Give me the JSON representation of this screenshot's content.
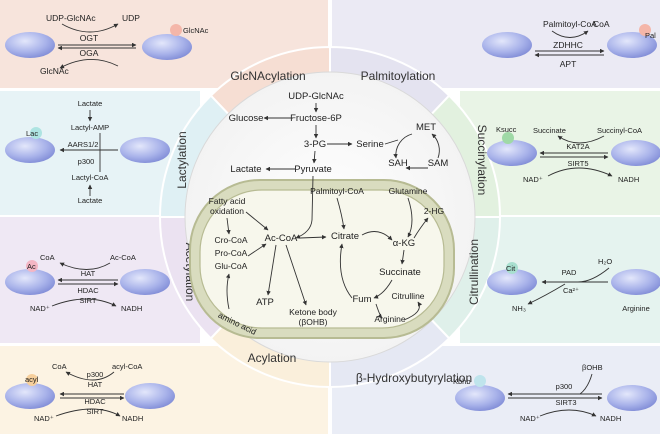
{
  "panels": {
    "glcnac": {
      "donor": "UDP-GlcNAc",
      "product": "UDP",
      "writer": "OGT",
      "eraser": "OGA",
      "released": "GlcNAc",
      "tag": "GlcNAc",
      "fill": "#f7e4dc"
    },
    "palm": {
      "donor": "Palmitoyl-CoA",
      "product": "CoA",
      "writer": "ZDHHC",
      "eraser": "APT",
      "tag": "Pal",
      "fill": "#ebeaf4"
    },
    "lact": {
      "s1": "Lactate",
      "s2": "Lactyl-AMP",
      "s3": "AARS1/2",
      "s4": "p300",
      "s5": "Lactyl-CoA",
      "s6": "Lactate",
      "tag": "Lac",
      "fill": "#e7f3f6"
    },
    "succ": {
      "donor": "Succinate",
      "donor2": "Succinyl-CoA",
      "writer": "KAT2A",
      "eraser": "SIRT5",
      "cof1": "NAD⁺",
      "cof2": "NADH",
      "tag": "Ksucc",
      "fill": "#e9f4e6"
    },
    "acet": {
      "product": "CoA",
      "donor": "Ac-CoA",
      "writer": "HAT",
      "eraser": "HDAC",
      "eraser2": "SIRT",
      "cof1": "NAD⁺",
      "cof2": "NADH",
      "tag": "Ac",
      "fill": "#efe8f4"
    },
    "citr": {
      "water": "H₂O",
      "writer": "PAD",
      "ca": "Ca²⁺",
      "nh3": "NH₃",
      "arg": "Arginine",
      "tag": "Cit",
      "fill": "#e5f3ef"
    },
    "acyl": {
      "product": "CoA",
      "donor": "acyl-CoA",
      "w1": "p300",
      "w2": "HAT",
      "e1": "HDAC",
      "e2": "SIRT",
      "cof1": "NAD⁺",
      "cof2": "NADH",
      "tag": "acyl",
      "fill": "#fcf3e3"
    },
    "kbhb": {
      "donor": "βOHB",
      "writer": "p300",
      "eraser": "SIRT3",
      "cof1": "NAD⁺",
      "cof2": "NADH",
      "tag": "Kbhb",
      "fill": "#eaedf6"
    }
  },
  "ring": {
    "top_left": "GlcNAcylation",
    "top_right": "Palmitoylation",
    "left_upper": "Lactylation",
    "left_lower": "Acetylation",
    "right_upper": "Succinylation",
    "right_lower": "Citrullination",
    "bottom_left": "Acylation",
    "bottom_right": "β-Hydroxybutyrylation"
  },
  "metabolism": {
    "udp_glcnac": "UDP-GlcNAc",
    "glucose": "Glucose",
    "fructose": "Fructose-6P",
    "pg3": "3-PG",
    "serine": "Serine",
    "met": "MET",
    "sah": "SAH",
    "sam": "SAM",
    "lactate": "Lactate",
    "pyruvate": "Pyruvate",
    "fao1": "Fatty acid",
    "fao2": "oxidation",
    "cro": "Cro-CoA",
    "pro": "Pro-CoA",
    "glu": "Glu-CoA",
    "acoa": "Ac-CoA",
    "atp": "ATP",
    "ketone1": "Ketone body",
    "ketone2": "(βOHB)",
    "aminoacid": "amino acid",
    "palmcoa": "Palmitoyl-CoA",
    "glutamine": "Glutamine",
    "hg": "2-HG",
    "citrate": "Citrate",
    "akg": "α-KG",
    "succinate": "Succinate",
    "fum": "Fum",
    "citrulline": "Citrulline",
    "arginine": "Arginine"
  }
}
